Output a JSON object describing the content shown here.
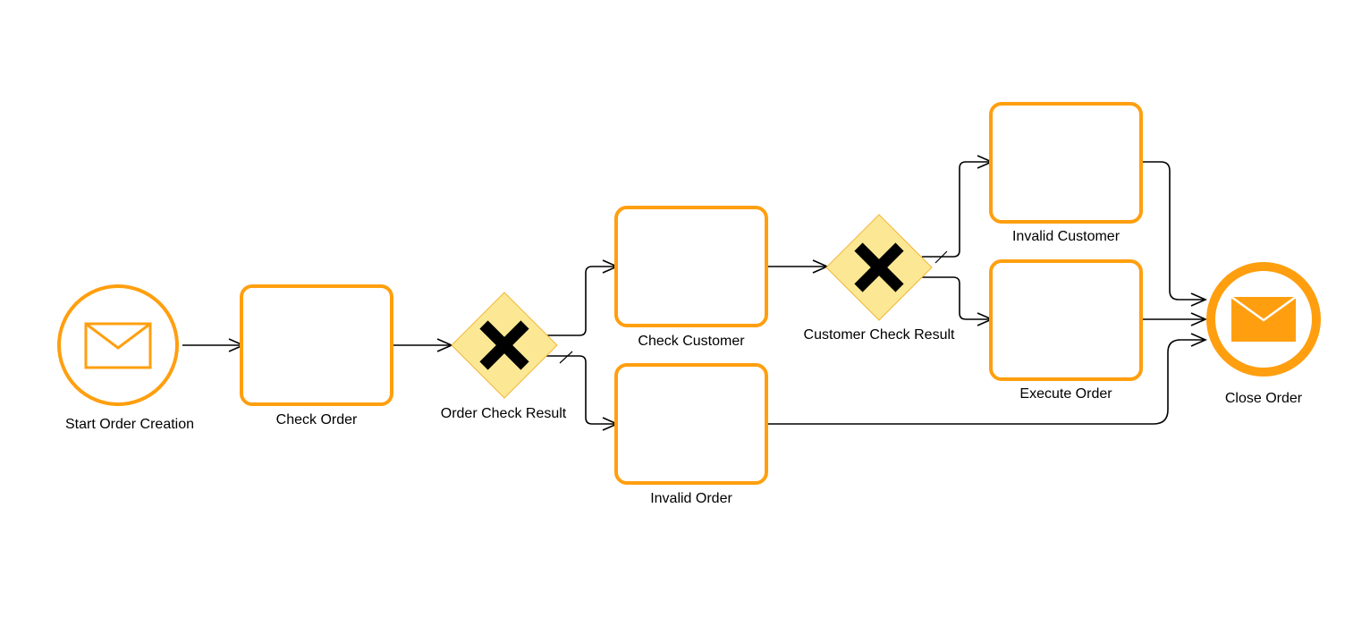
{
  "diagram": {
    "type": "bpmn-process",
    "colors": {
      "accent": "#ff9f0f",
      "gateway_fill": "#fce894",
      "gateway_stroke": "#f2b63a",
      "line": "#000000"
    },
    "nodes": {
      "start_event": {
        "kind": "message-start-event",
        "icon": "envelope-icon",
        "label": "Start Order Creation"
      },
      "check_order": {
        "kind": "task",
        "label": "Check Order"
      },
      "order_check_result": {
        "kind": "exclusive-gateway",
        "label": "Order Check Result"
      },
      "check_customer": {
        "kind": "task",
        "label": "Check Customer"
      },
      "invalid_order": {
        "kind": "task",
        "label": "Invalid Order"
      },
      "customer_check_result": {
        "kind": "exclusive-gateway",
        "label": "Customer Check Result"
      },
      "invalid_customer": {
        "kind": "task",
        "label": "Invalid Customer"
      },
      "execute_order": {
        "kind": "task",
        "label": "Execute Order"
      },
      "end_event": {
        "kind": "message-end-event",
        "icon": "envelope-filled-icon",
        "label": "Close Order"
      }
    },
    "flows": [
      {
        "from": "start_event",
        "to": "check_order"
      },
      {
        "from": "check_order",
        "to": "order_check_result"
      },
      {
        "from": "order_check_result",
        "to": "check_customer"
      },
      {
        "from": "order_check_result",
        "to": "invalid_order",
        "default": true
      },
      {
        "from": "check_customer",
        "to": "customer_check_result"
      },
      {
        "from": "customer_check_result",
        "to": "invalid_customer",
        "default": true
      },
      {
        "from": "customer_check_result",
        "to": "execute_order"
      },
      {
        "from": "invalid_customer",
        "to": "end_event"
      },
      {
        "from": "execute_order",
        "to": "end_event"
      },
      {
        "from": "invalid_order",
        "to": "end_event"
      }
    ]
  }
}
